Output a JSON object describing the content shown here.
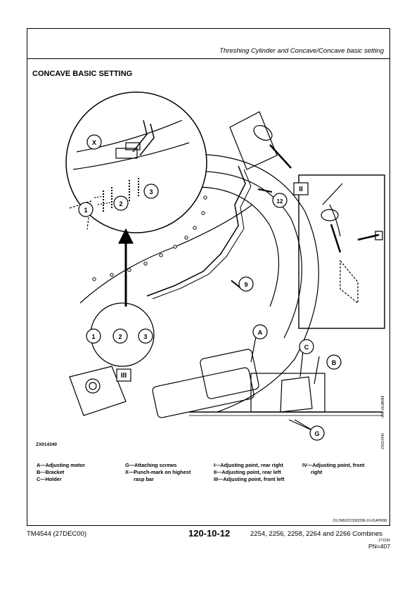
{
  "header": {
    "title": "Threshing Cylinder and Concave/Concave basic setting"
  },
  "section": {
    "title": "CONCAVE BASIC SETTING"
  },
  "figure": {
    "id": "ZX014340",
    "side_labels": [
      "ZX014340",
      "–UN–26JAN98"
    ],
    "callouts": [
      "A",
      "B",
      "C",
      "G",
      "X",
      "1",
      "2",
      "3",
      "9",
      "12",
      "II",
      "III"
    ]
  },
  "legend": {
    "col1": [
      "A—Adjusting motor",
      "B—Bracket",
      "C—Holder"
    ],
    "col2": [
      "G—Attaching screws",
      "X—Punch-mark on highest",
      "rasp bar"
    ],
    "col3": [
      "I—Adjusting point, rear right",
      "II—Adjusting point, rear left",
      "III—Adjusting point, front left"
    ],
    "col4": [
      "IV—Adjusting point, front",
      "right"
    ]
  },
  "ref_code": "ZX,OMXZCO002296-19-01APR98",
  "footer": {
    "left": "TM4544 (27DEC00)",
    "center": "120-10-12",
    "right": "2254, 2256, 2258, 2264 and 2266 Combines",
    "small": "271230",
    "pn": "PN=407"
  }
}
